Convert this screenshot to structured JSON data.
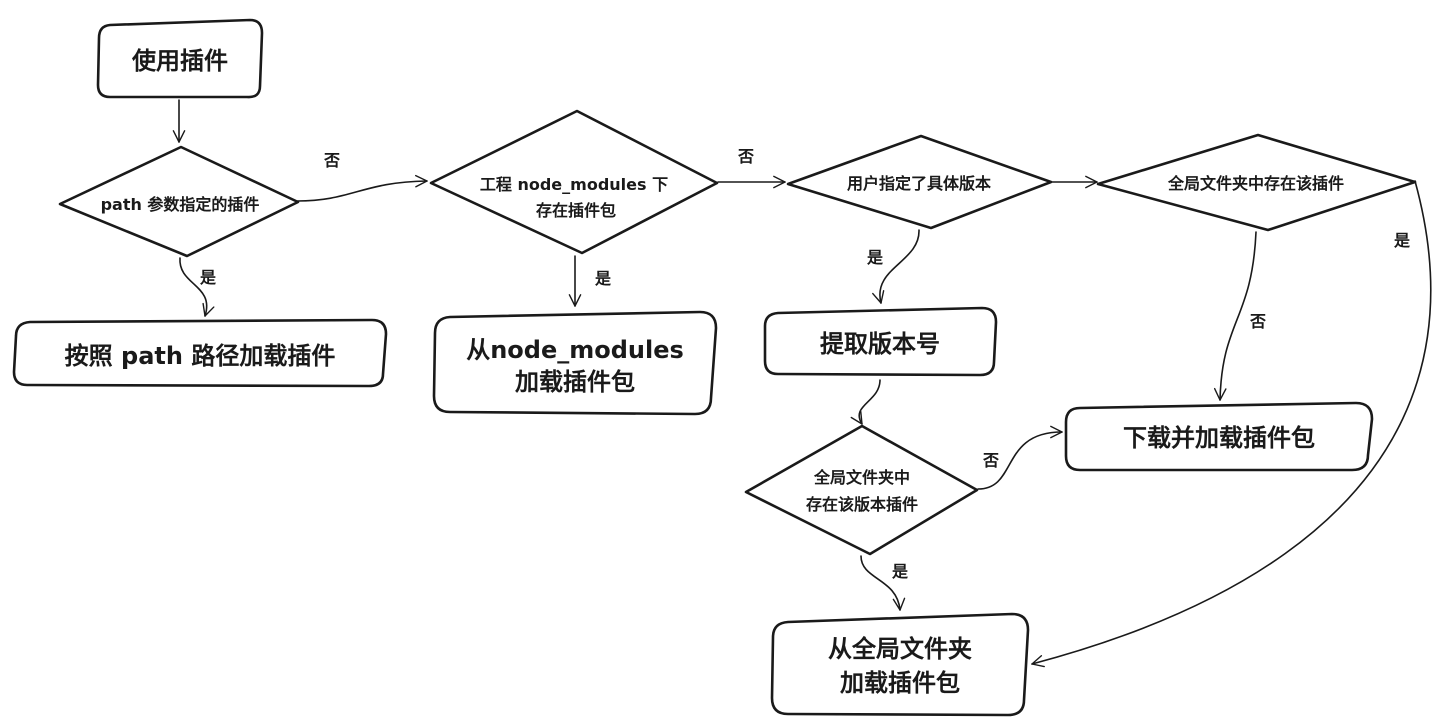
{
  "nodes": {
    "use_plugin": "使用插件",
    "path_specified": "path 参数指定的插件",
    "load_by_path": "按照 path 路径加载插件",
    "node_modules_has_pkg": [
      "工程 node_modules 下",
      "存在插件包"
    ],
    "load_from_node_modules": [
      "从node_modules",
      "加载插件包"
    ],
    "version_specified": "用户指定了具体版本",
    "extract_version": "提取版本号",
    "global_has_version": [
      "全局文件夹中",
      "存在该版本插件"
    ],
    "global_has_plugin": "全局文件夹中存在该插件",
    "download_and_load": "下载并加载插件包",
    "load_from_global": [
      "从全局文件夹",
      "加载插件包"
    ]
  },
  "edges": {
    "yes": "是",
    "no": "否"
  }
}
